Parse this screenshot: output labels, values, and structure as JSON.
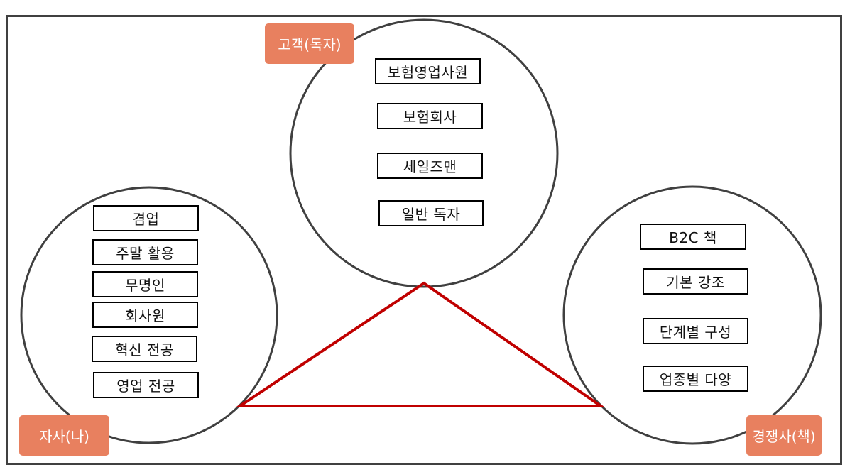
{
  "diagram": {
    "type": "3C analysis triangle",
    "colors": {
      "frame": "#404040",
      "circle_stroke": "#404040",
      "triangle_stroke": "#C00000",
      "tag_fill": "#E8805F",
      "tag_text": "#FFFFFF",
      "box_border": "#000000"
    }
  },
  "customer": {
    "tag": "고객(독자)",
    "items": [
      "보험영업사원",
      "보험회사",
      "세일즈맨",
      "일반 독자"
    ]
  },
  "company": {
    "tag": "자사(나)",
    "items": [
      "겸업",
      "주말 활용",
      "무명인",
      "회사원",
      "혁신 전공",
      "영업 전공"
    ]
  },
  "competitor": {
    "tag": "경쟁사(책)",
    "items": [
      "B2C 책",
      "기본 강조",
      "단계별 구성",
      "업종별 다양"
    ]
  }
}
